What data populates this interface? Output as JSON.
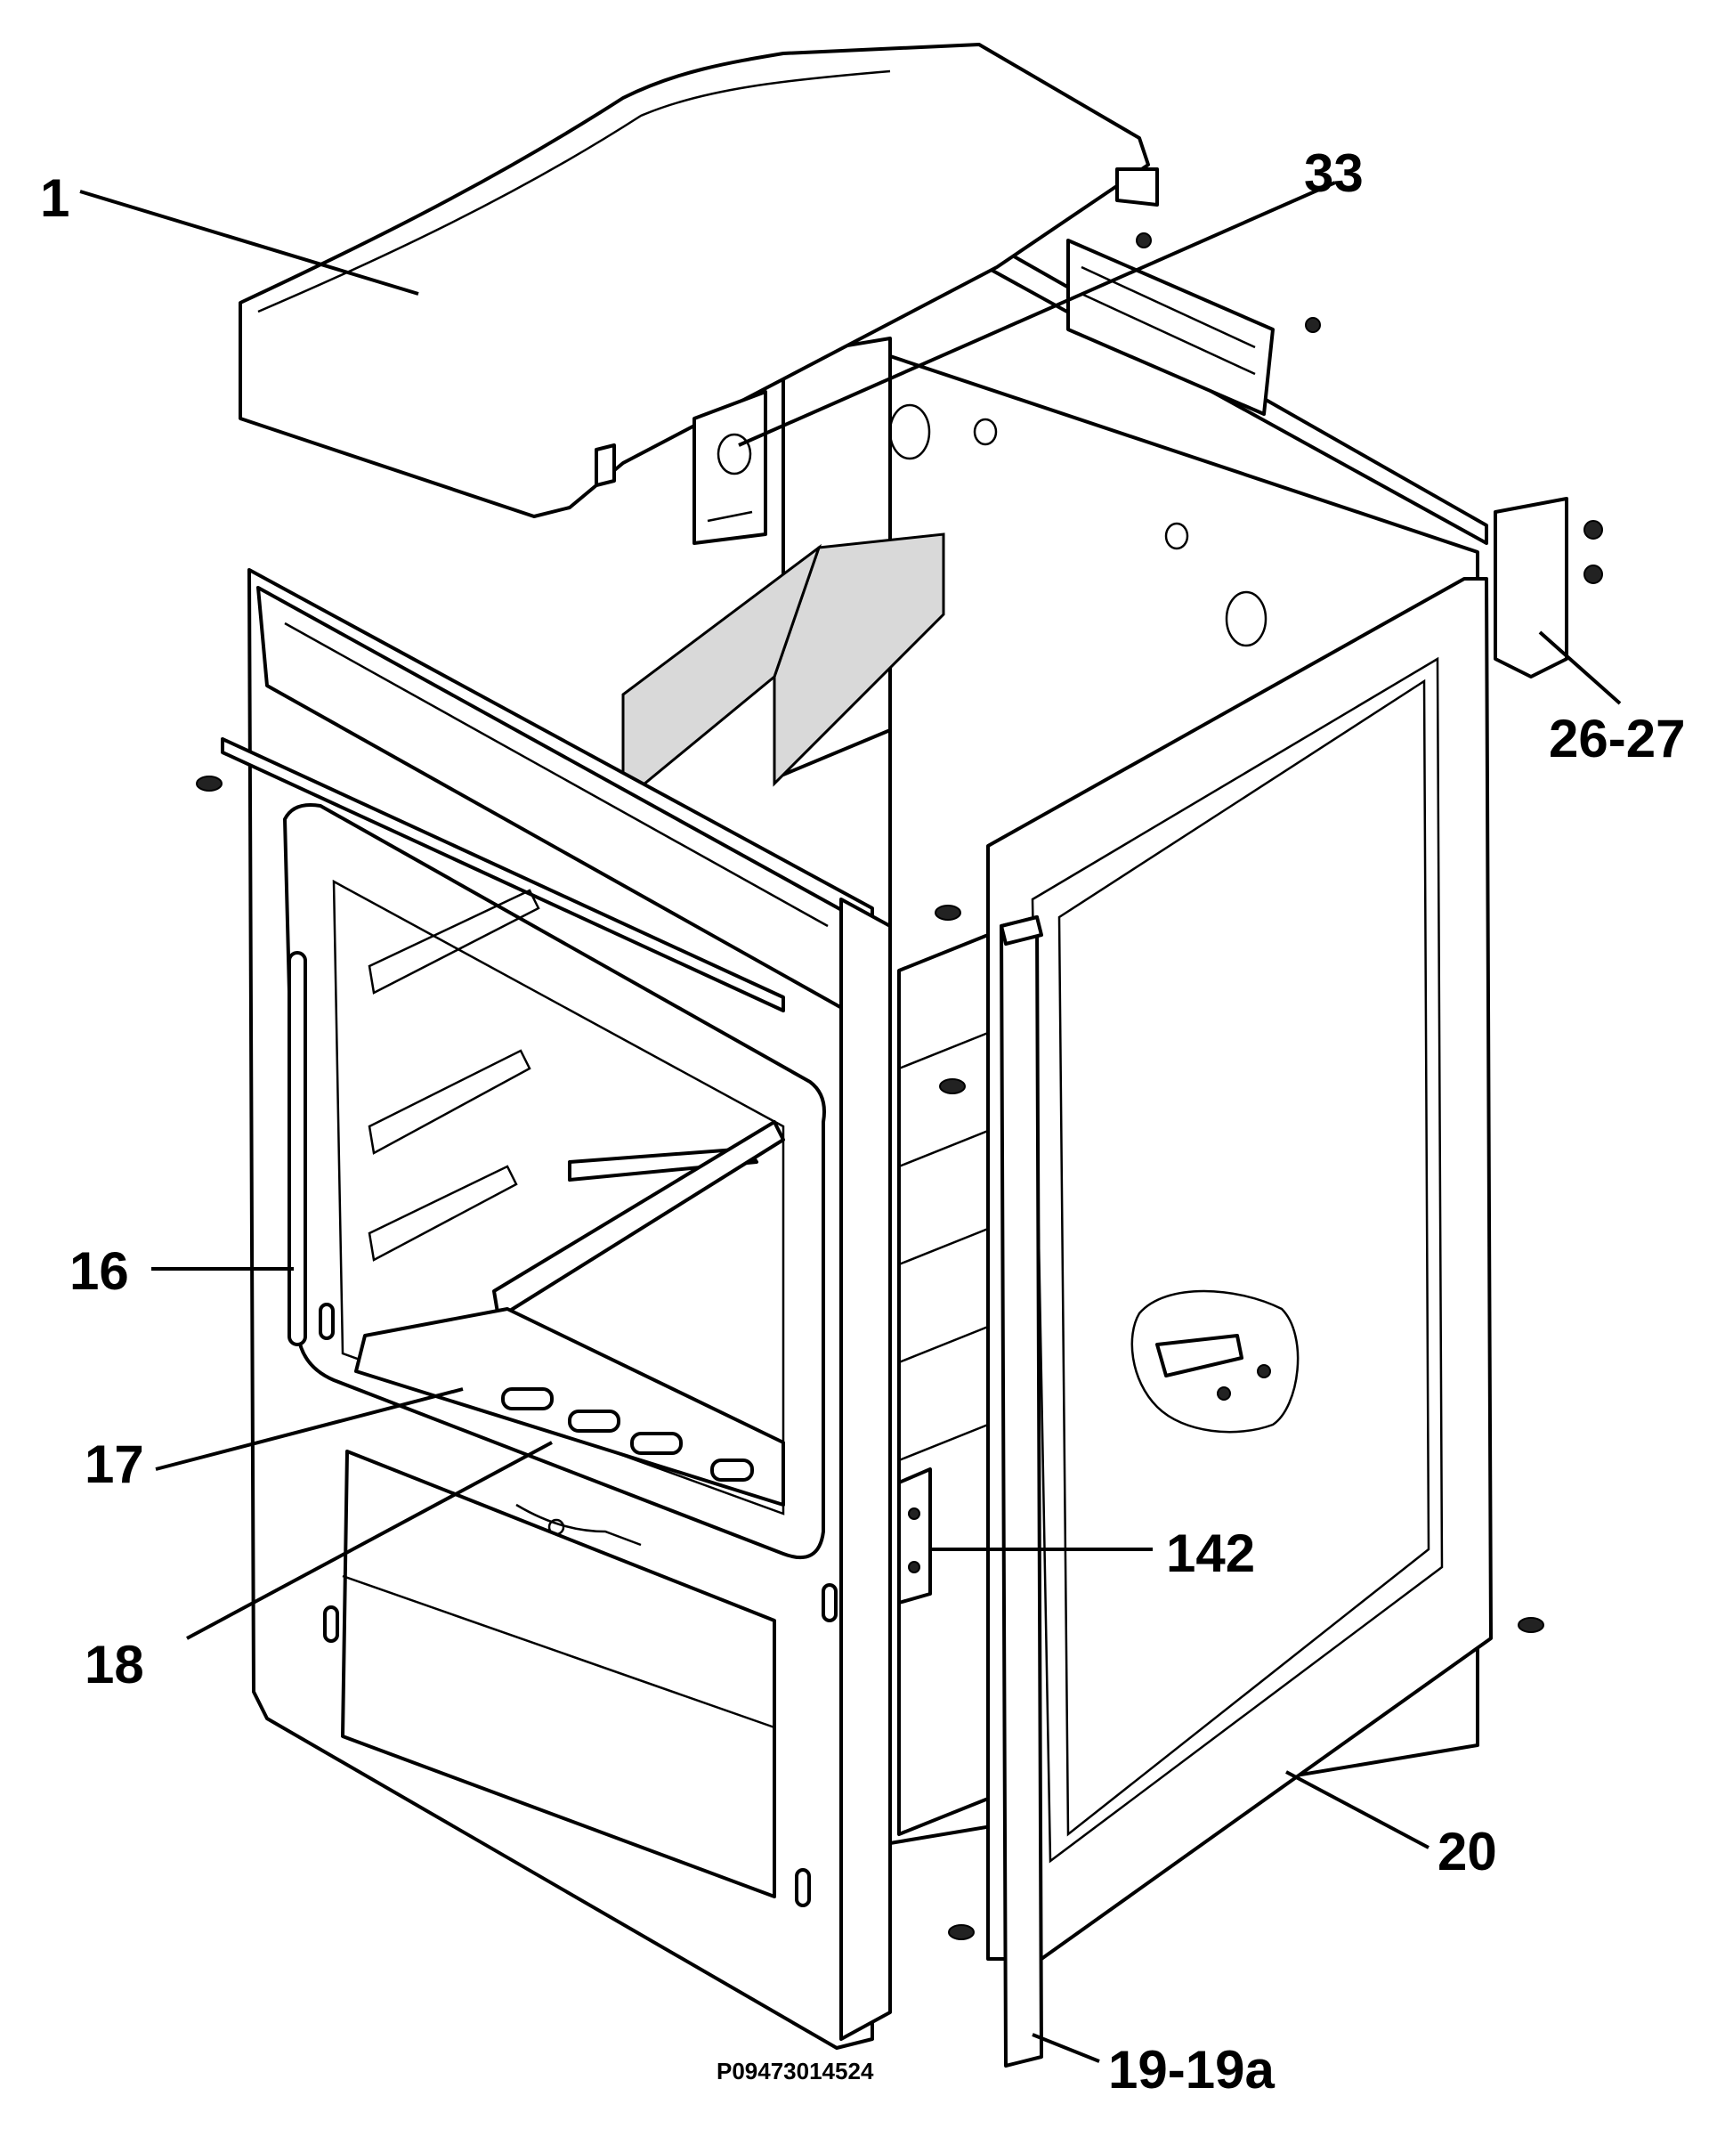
{
  "drawing_code": "P09473014524",
  "callouts": [
    {
      "id": "1",
      "text": "1"
    },
    {
      "id": "33",
      "text": "33"
    },
    {
      "id": "26-27",
      "text": "26-27"
    },
    {
      "id": "16",
      "text": "16"
    },
    {
      "id": "17",
      "text": "17"
    },
    {
      "id": "18",
      "text": "18"
    },
    {
      "id": "142",
      "text": "142"
    },
    {
      "id": "20",
      "text": "20"
    },
    {
      "id": "19-19a",
      "text": "19-19a"
    }
  ]
}
